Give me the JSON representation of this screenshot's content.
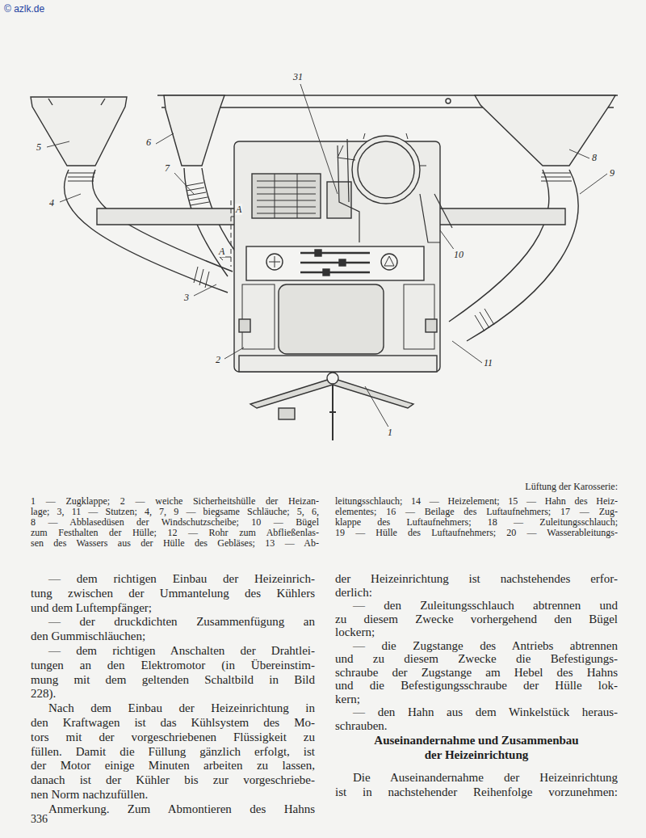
{
  "diagram": {
    "caption": "Lüftung der Karosserie:",
    "labels": [
      "© azlk.de",
      "31",
      "5",
      "6",
      "7",
      "8",
      "9",
      "4",
      "A",
      "10",
      "A",
      "3",
      "2",
      "11",
      "1",
      "1 — Zugklappe; 2 — weiche Sicherheitshülle der Heizan-",
      "lage; 3, 11 — Stutzen; 4, 7, 9 — biegsame Schläuche; 5, 6,",
      "8 — Abblasedüsen der Windschutzscheibe; 10 — Bügel",
      "zum Festhalten der Hülle; 12 — Rohr zum Abfließenlas-",
      "sen des Wassers aus der Hülle des Gebläses; 13 — Ab-",
      "leitungsschlauch; 14 — Heizelement; 15 — Hahn des Heiz-",
      "elementes; 16 — Beilage des Luftaufnehmers; 17 — Zug-",
      "klappe des Luftaufnehmers; 18 — Zuleitungsschlauch;",
      "19 — Hülle des Luftaufnehmers; 20 — Wasserableitungs-",
      "— dem richtigen Einbau der Heizeinrich-",
      "tung zwischen der Ummantelung des Kühlers",
      "und dem Luftempfänger;",
      "— der druckdichten Zusammenfügung an",
      "den Gummischläuchen;",
      "— dem richtigen Anschalten der Drahtlei-",
      "tungen an den Elektromotor (in Übereinstim-",
      "mung mit dem geltenden Schaltbild in Bild",
      "228).",
      "Nach dem Einbau der Heizeinrichtung in",
      "den Kraftwagen ist das Kühlsystem des Mo-",
      "tors mit der vorgeschriebenen Flüssigkeit zu",
      "füllen. Damit die Füllung gänzlich erfolgt, ist",
      "der Motor einige Minuten arbeiten zu lassen,",
      "danach ist der Kühler bis zur vorgeschriebe-",
      "nen Norm nachzufüllen.",
      "Anmerkung. Zum Abmontieren des Hahns",
      "der Heizeinrichtung ist nachstehendes erfor-",
      "derlich:",
      "— den Zuleitungsschlauch abtrennen und",
      "zu diesem Zwecke vorhergehend den Bügel",
      "lockern;",
      "— die Zugstange des Antriebs abtrennen",
      "und zu diesem Zwecke die Befestigungs-",
      "schraube der Zugstange am Hebel des Hahns",
      "und die Befestigungsschraube der Hülle lok-",
      "kern;",
      "— den Hahn aus dem Winkelstück heraus-",
      "schrauben.",
      "Auseinandernahme und Zusammenbau",
      "der Heizeinrichtung",
      "Die Auseinandernahme der Heizeinrichtung",
      "ist in nachstehender Reihenfolge vorzunehmen:",
      "336"
    ]
  }
}
